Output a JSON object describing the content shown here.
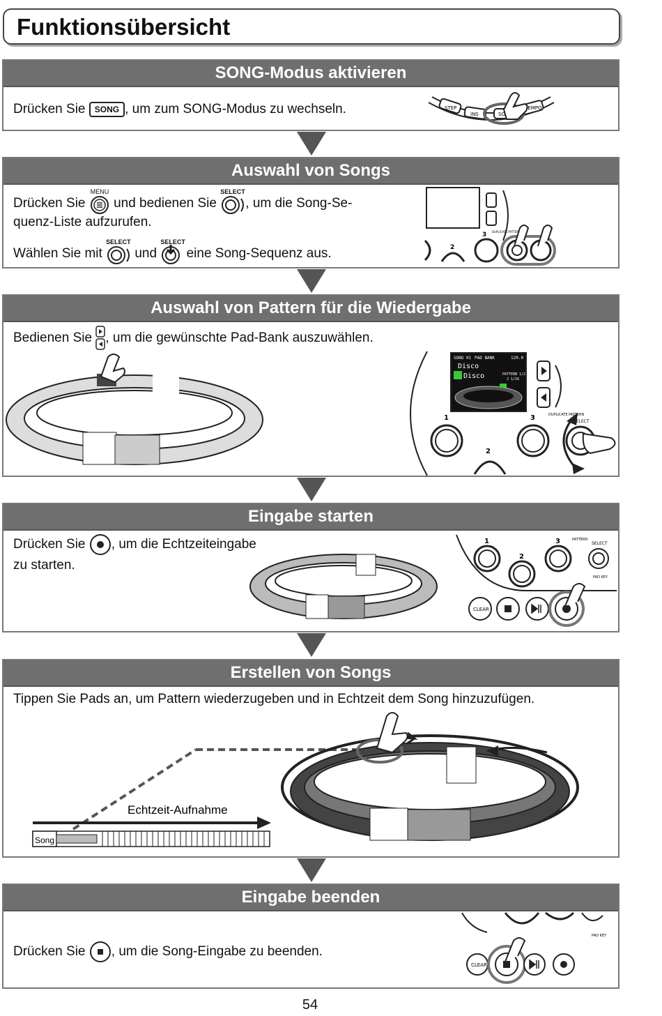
{
  "page_title": "Funktionsübersicht",
  "page_number": "54",
  "sections": [
    {
      "title": "SONG-Modus aktivieren",
      "line1_a": "Drücken Sie",
      "line1_key": "SONG",
      "line1_b": ", um zum SONG-Modus zu wechseln.",
      "illus": {
        "step": "STEP",
        "ins": "INS",
        "song": "SONG",
        "tempo": "TEMPO"
      }
    },
    {
      "title": "Auswahl von Songs",
      "line1_a": "Drücken Sie",
      "menu_label": "MENU",
      "line1_b": "und bedienen Sie",
      "select_label": "SELECT",
      "line1_c": ", um die Song-Se-",
      "line2": "quenz-Liste aufzurufen.",
      "line3_a": "Wählen Sie mit",
      "line3_b": "und",
      "line3_c": "eine Song-Sequenz aus.",
      "illus": {
        "pad3": "3",
        "pad2": "2",
        "dup": "DUPLICATE PATTERN"
      }
    },
    {
      "title": "Auswahl von Pattern für die Wiedergabe",
      "line1_a": "Bedienen Sie",
      "line1_b": ", um die gewünschte Pad-Bank auszuwählen.",
      "screen": {
        "song": "SONG 01",
        "padbank": "PAD BANK",
        "tempo": "120.0",
        "name": "Disco",
        "pattern": "PATTERN 1/2",
        "time": "J 1/16"
      },
      "illus": {
        "pad1": "1",
        "pad2": "2",
        "pad3": "3",
        "dup": "DUPLICATE PATTERN",
        "select": "SELECT"
      }
    },
    {
      "title": "Eingabe starten",
      "line1_a": "Drücken Sie",
      "line1_b": ", um die Echtzeiteingabe",
      "line2": "zu starten.",
      "illus": {
        "pad1": "1",
        "pad2": "2",
        "pad3": "3",
        "pattern": "PATTERN",
        "select": "SELECT",
        "clear": "CLEAR",
        "padkey": "PAD KEY"
      }
    },
    {
      "title": "Erstellen von Songs",
      "line1": "Tippen Sie Pads an, um Pattern wiederzugeben und in Echtzeit dem Song hinzuzufügen.",
      "record_label": "Echtzeit-Aufnahme",
      "song_label": "Song"
    },
    {
      "title": "Eingabe beenden",
      "line1_a": "Drücken Sie",
      "line1_b": ", um die Song-Eingabe zu beenden.",
      "illus": {
        "clear": "CLEAR",
        "padkey": "PAD KEY"
      }
    }
  ],
  "colors": {
    "header_bg": "#6f6f6f",
    "border": "#777777",
    "arrow": "#555555"
  }
}
